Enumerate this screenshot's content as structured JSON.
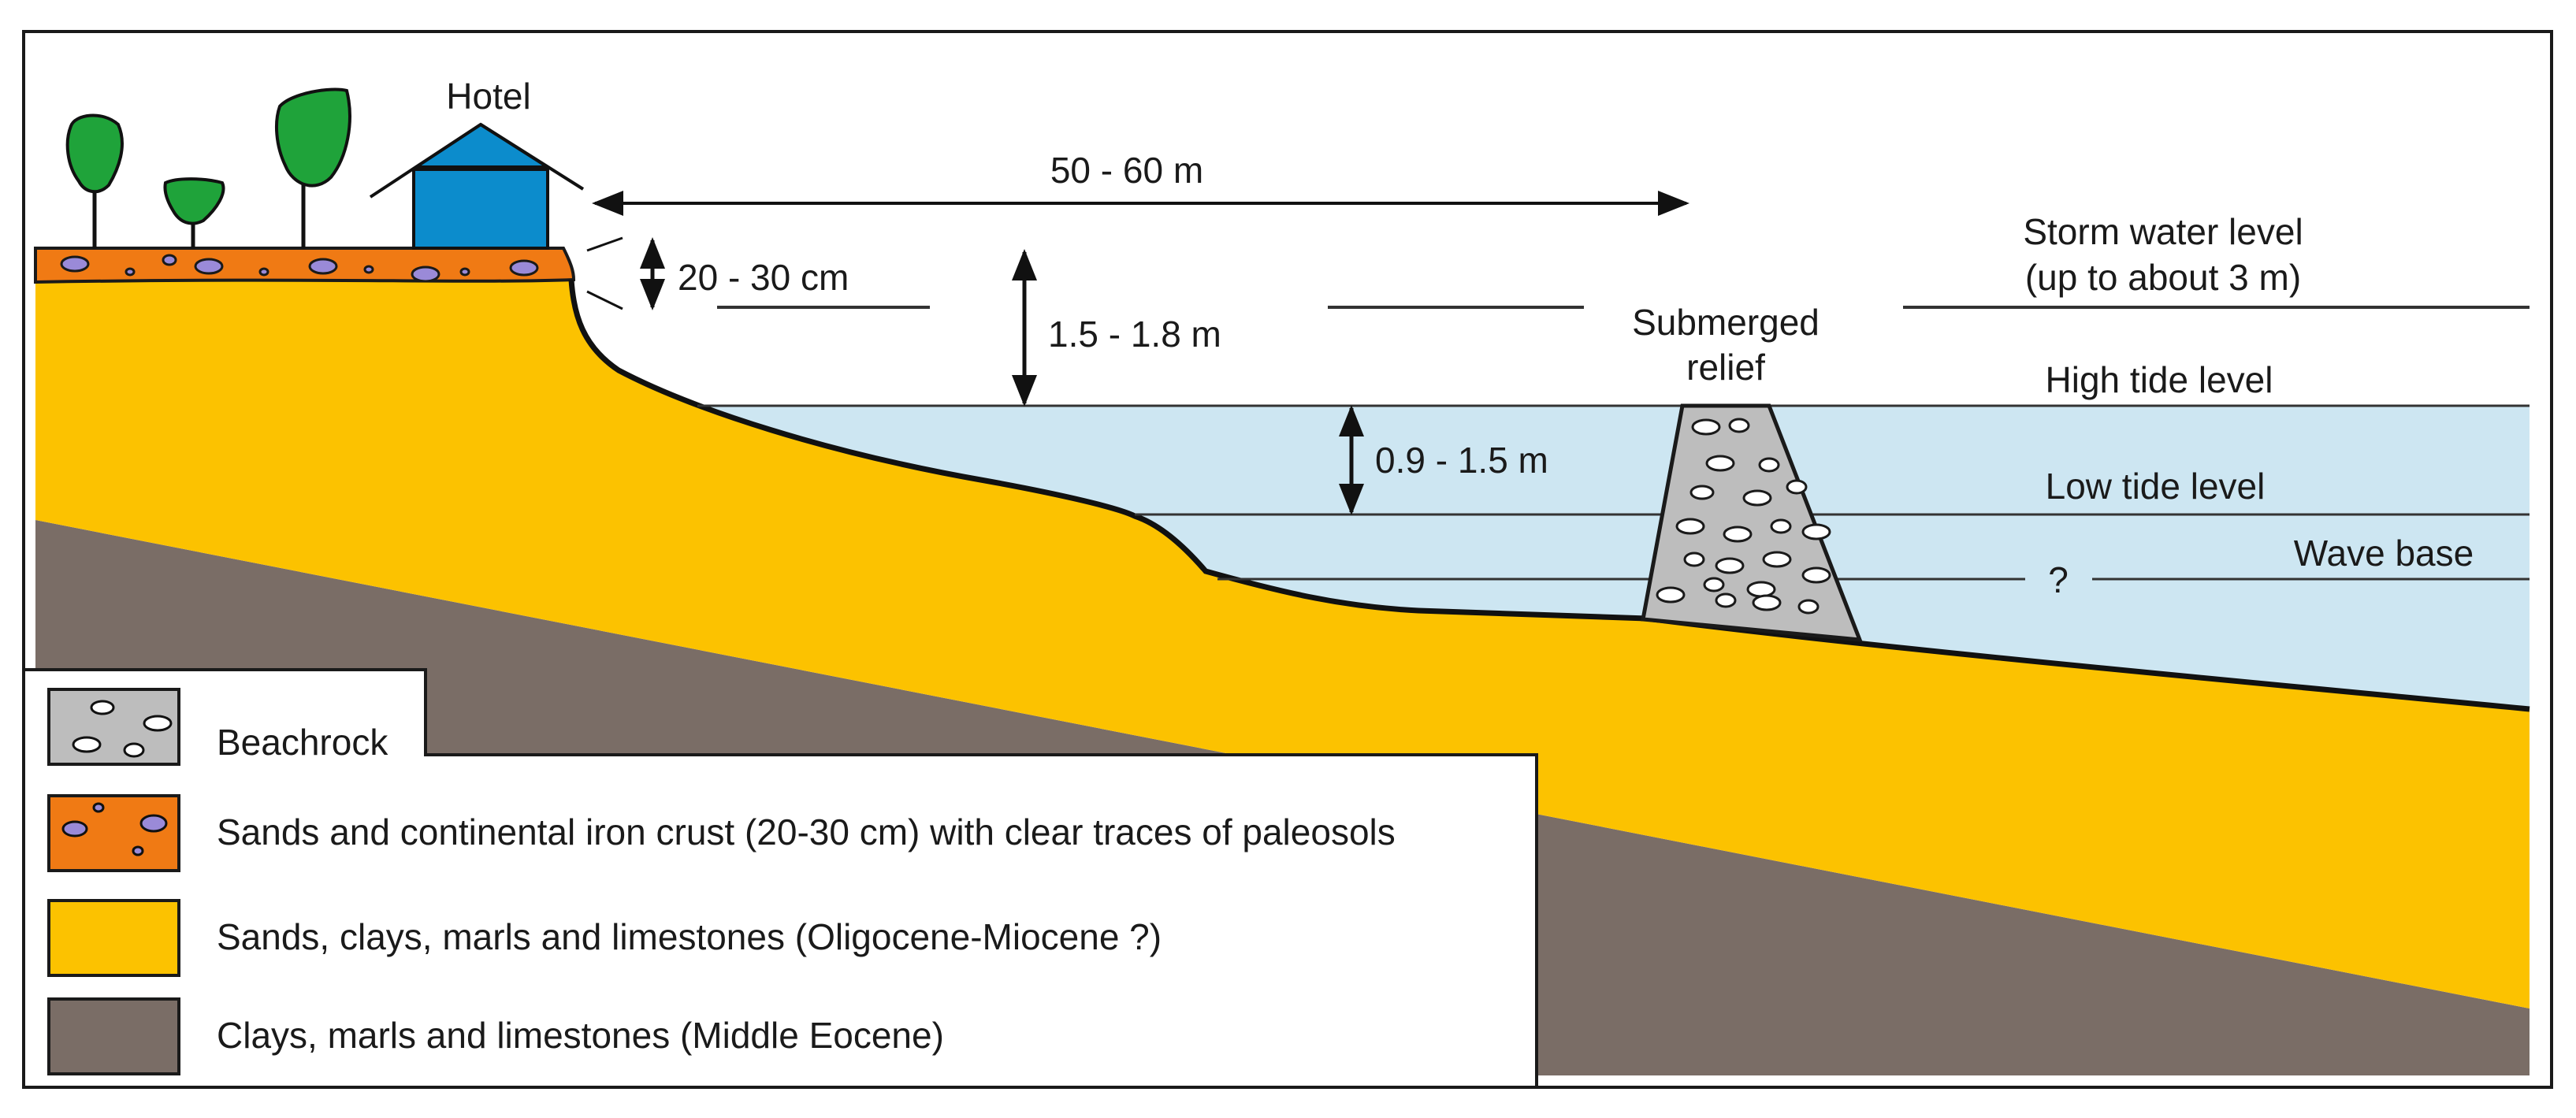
{
  "labels": {
    "hotel": "Hotel",
    "distance": "50 - 60 m",
    "crust_thickness": "20 - 30 cm",
    "storm_to_high": "1.5 - 1.8 m",
    "tidal_range": "0.9 - 1.5 m",
    "storm_level_line1": "Storm water level",
    "storm_level_line2": "(up to about 3 m)",
    "submerged_line1": "Submerged",
    "submerged_line2": "relief",
    "high_tide": "High tide level",
    "low_tide": "Low tide level",
    "wave_base": "Wave base",
    "wave_base_unknown": "?"
  },
  "legend": [
    {
      "label": "Beachrock",
      "swatch": "beachrock"
    },
    {
      "label": "Sands and continental iron crust (20-30 cm) with clear traces of paleosols",
      "swatch": "iron-crust"
    },
    {
      "label": "Sands, clays, marls and limestones (Oligocene-Miocene ?)",
      "swatch": "sands"
    },
    {
      "label": "Clays, marls and limestones (Middle Eocene)",
      "swatch": "clays"
    }
  ],
  "colors": {
    "clays": "#7a6d66",
    "sands": "#fcc200",
    "iron_crust": "#f07a14",
    "water": "#cde6f2",
    "hotel": "#0c8ccc",
    "trees": "#1fa33a",
    "beachrock": "#bdbdbd",
    "pebble": "#9a8ad8"
  },
  "icons": [
    "tree-icon",
    "hotel-icon"
  ]
}
